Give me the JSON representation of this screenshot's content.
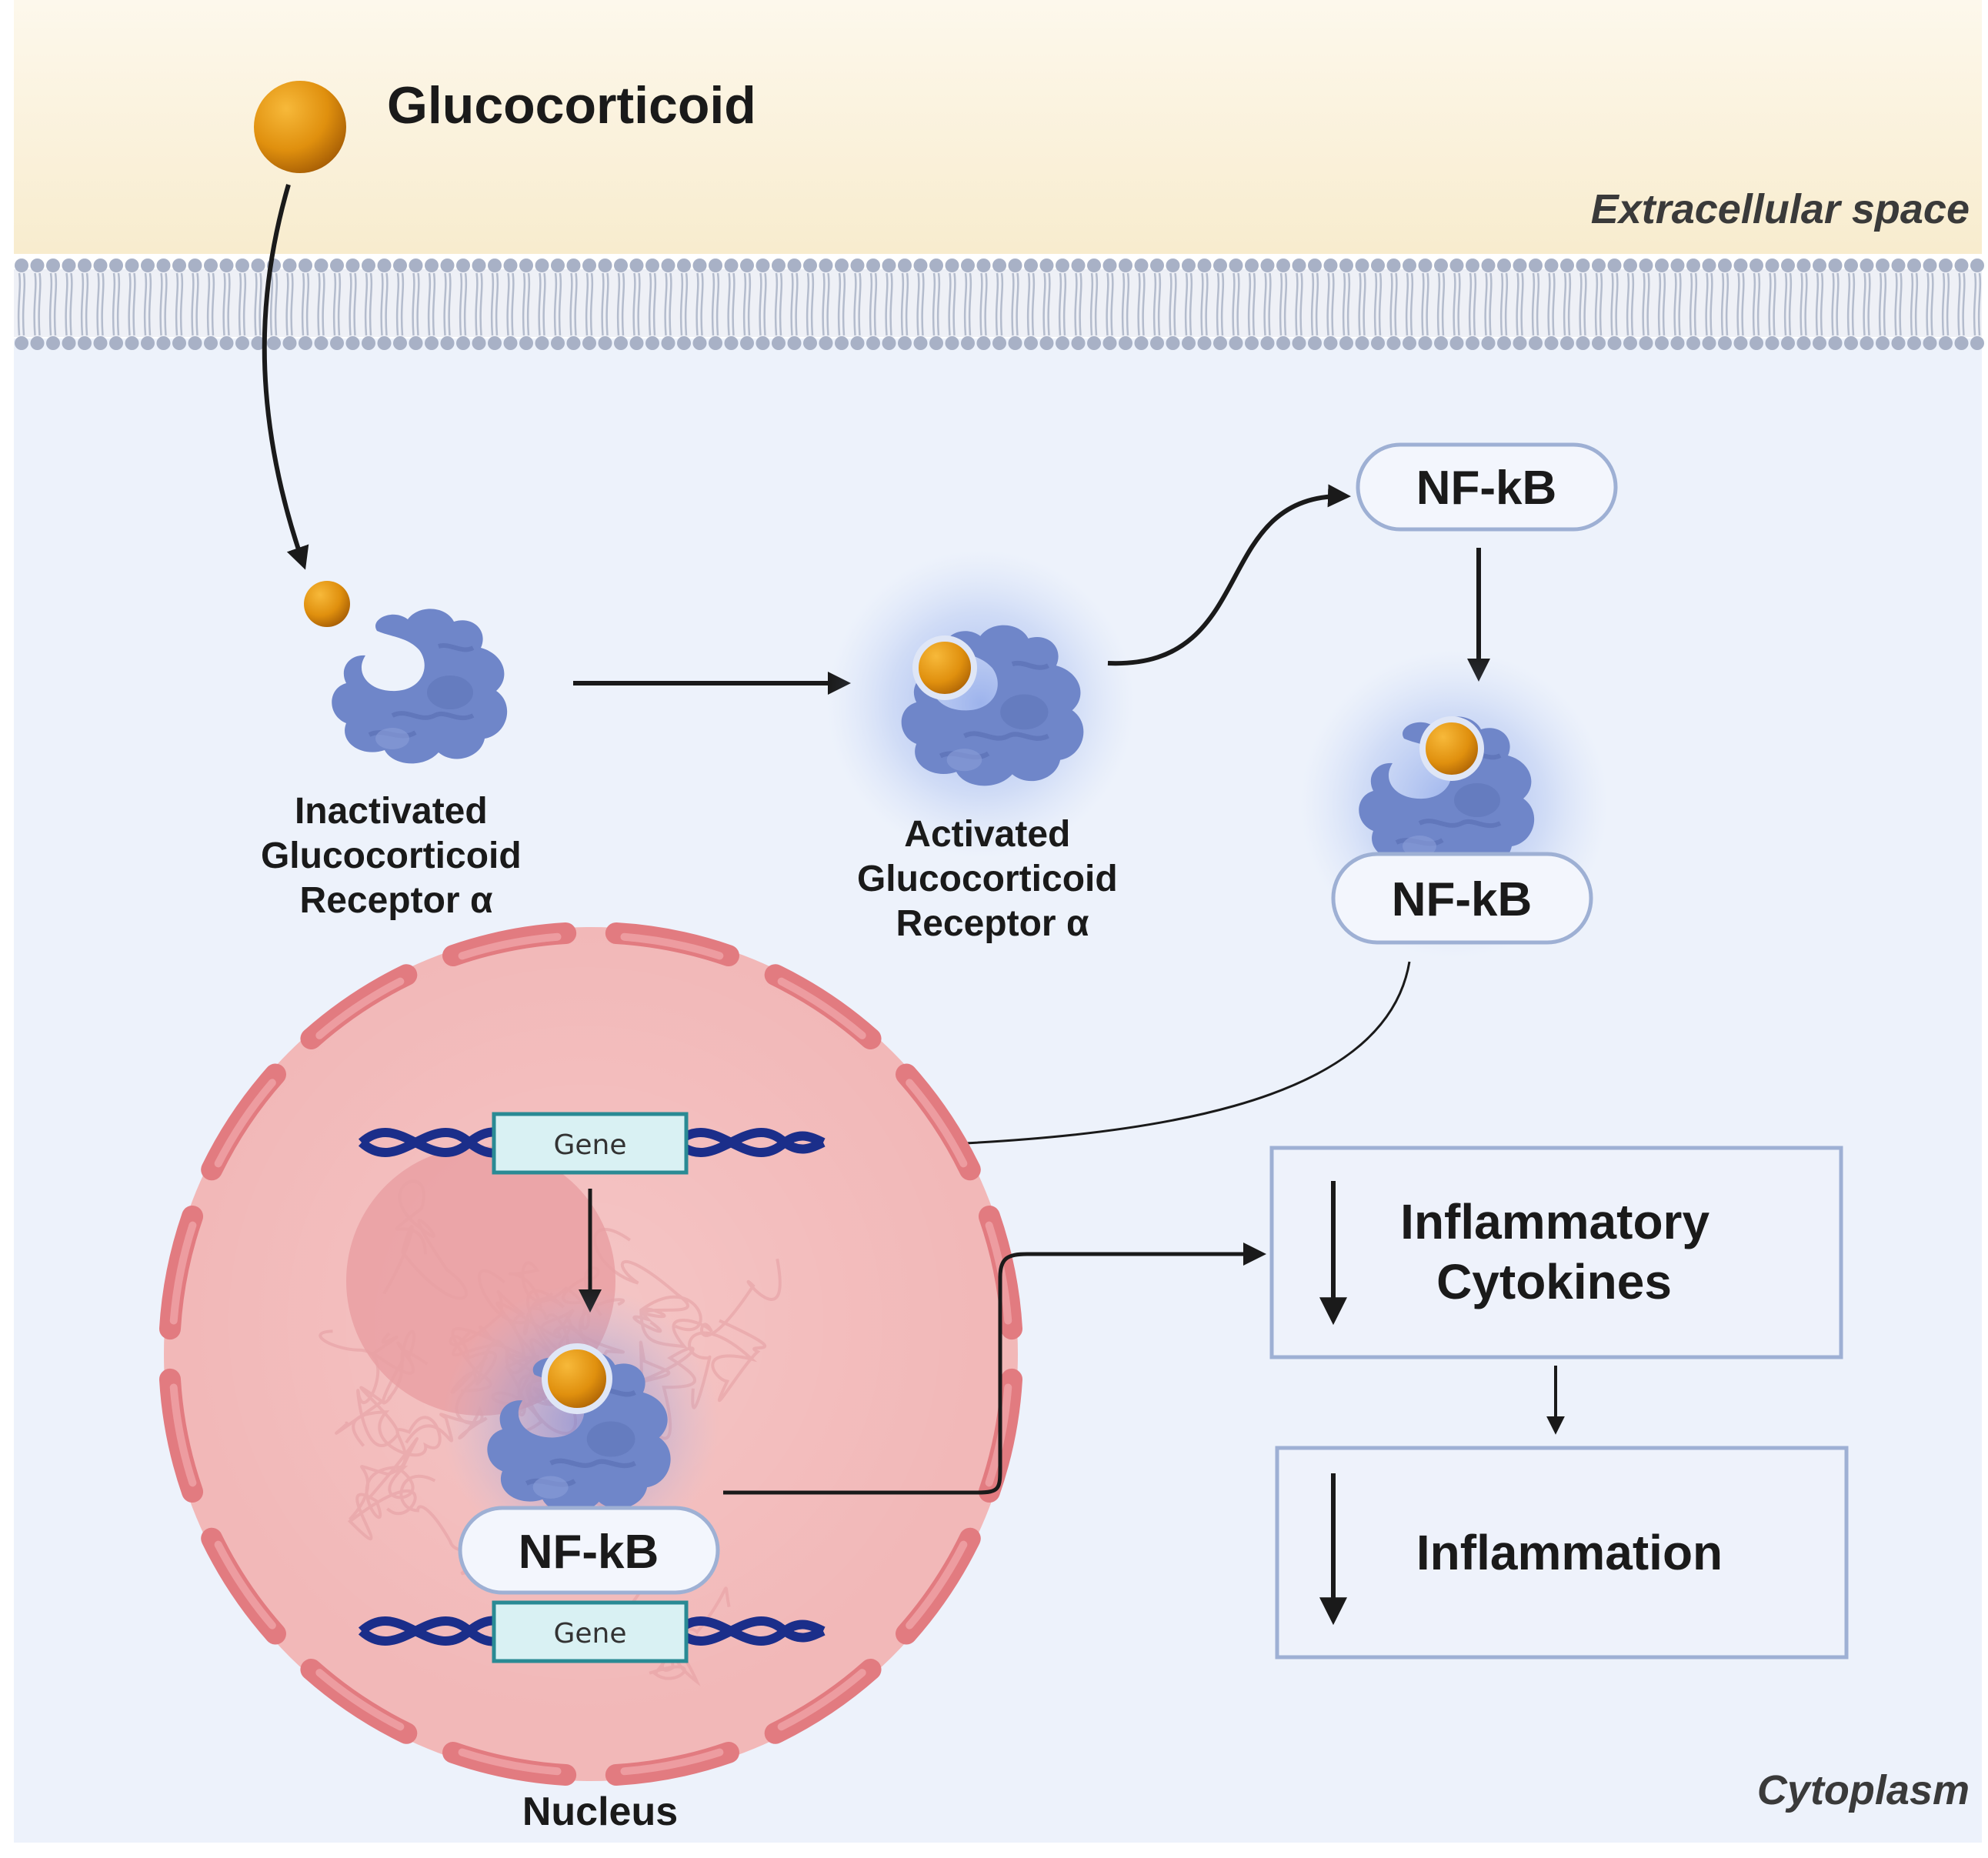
{
  "regions": {
    "extracellular_label": "Extracellular space",
    "cytoplasm_label": "Cytoplasm",
    "nucleus_label": "Nucleus"
  },
  "ligand": {
    "label": "Glucocorticoid"
  },
  "receptor_inactive": {
    "line1": "Inactivated",
    "line2": "Glucocorticoid",
    "line3": "Receptor α"
  },
  "receptor_active": {
    "line1": "Activated",
    "line2": "Glucocorticoid",
    "line3": "Receptor α"
  },
  "nfkb": {
    "free_label": "NF-kB",
    "complex_label": "NF-kB",
    "nuclear_label": "NF-kB"
  },
  "genes": {
    "gene_top": "Gene",
    "gene_bottom": "Gene"
  },
  "outcomes": {
    "cytokines_line1": "Inflammatory",
    "cytokines_line2": "Cytokines",
    "inflammation": "Inflammation"
  },
  "colors": {
    "extracellular_bg": "#fbf3df",
    "cytoplasm_bg": "#edf2fb",
    "membrane": "#a8b1c6",
    "ligand": "#e0900e",
    "receptor": "#6f86c9",
    "nucleus_fill": "#f2b8b8",
    "nuclear_envelope": "#e27b80",
    "dna": "#1b2e8a",
    "gene_box": "#d9f1f3",
    "nfkb_pill_border": "#9eb0d4"
  }
}
